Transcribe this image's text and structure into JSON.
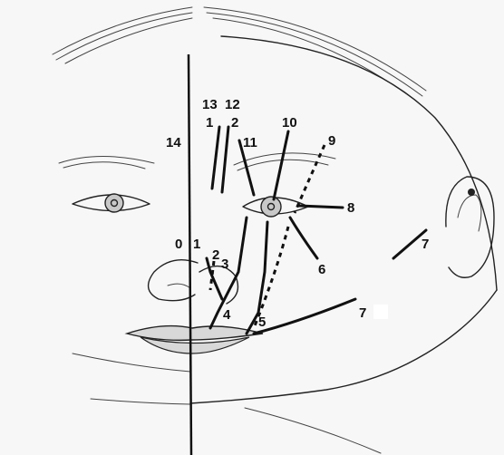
{
  "diagram": {
    "labels": [
      {
        "id": "label-13",
        "text": "13"
      },
      {
        "id": "label-12",
        "text": "12"
      },
      {
        "id": "label-1-upper",
        "text": "1"
      },
      {
        "id": "label-2-upper",
        "text": "2"
      },
      {
        "id": "label-14",
        "text": "14"
      },
      {
        "id": "label-11",
        "text": "11"
      },
      {
        "id": "label-10",
        "text": "10"
      },
      {
        "id": "label-9",
        "text": "9"
      },
      {
        "id": "label-8",
        "text": "8"
      },
      {
        "id": "label-0",
        "text": "0"
      },
      {
        "id": "label-1-lower",
        "text": "1"
      },
      {
        "id": "label-2-lower",
        "text": "2"
      },
      {
        "id": "label-3",
        "text": "3"
      },
      {
        "id": "label-6",
        "text": "6"
      },
      {
        "id": "label-7-ear",
        "text": "7"
      },
      {
        "id": "label-4",
        "text": "4"
      },
      {
        "id": "label-5",
        "text": "5"
      },
      {
        "id": "label-7-cheek",
        "text": "7"
      }
    ],
    "colors": {
      "background": "#f7f7f7",
      "line": "#111111",
      "iris": "#c8c8c8",
      "lip": "#d8d8d8"
    }
  }
}
